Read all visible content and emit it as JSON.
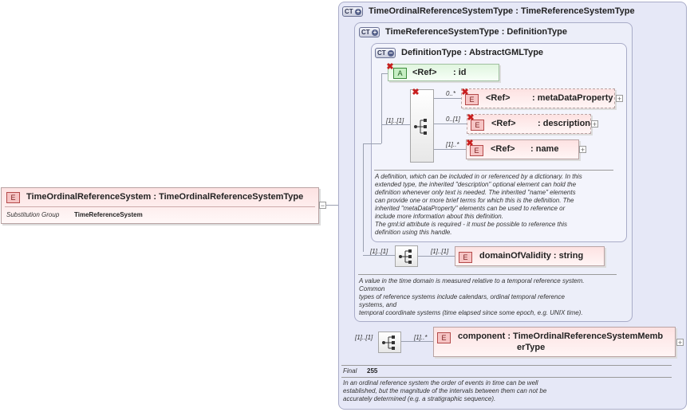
{
  "root_element": {
    "badge": "E",
    "label": "TimeOrdinalReferenceSystem : TimeOrdinalReferenceSystemType",
    "substitution_label": "Substitution Group",
    "substitution_value": "TimeReferenceSystem",
    "collapse": "−"
  },
  "outer_type": {
    "badge": "CT",
    "title": "TimeOrdinalReferenceSystemType : TimeReferenceSystemType",
    "final_label": "Final",
    "final_value": "255",
    "description": "In an ordinal reference system the order of events in time can be well\nestablished, but the magnitude of the intervals between them can not be\naccurately determined (e.g. a stratigraphic sequence)."
  },
  "middle_type": {
    "badge": "CT",
    "title": "TimeReferenceSystemType : DefinitionType",
    "description": "A value in the time domain is measured relative to a temporal reference system.\nCommon\ntypes of reference systems include calendars, ordinal temporal reference\nsystems, and\ntemporal coordinate systems (time elapsed since some epoch, e.g. UNIX time)."
  },
  "inner_type": {
    "badge": "CT",
    "title": "DefinitionType : AbstractGMLType",
    "description": "A definition, which can be included in or referenced by a dictionary. In this\nextended type, the inherited \"description\" optional element can hold the\ndefinition whenever only text is needed. The inherited \"name\" elements\ncan provide one or more brief terms for which this is the definition. The\ninherited \"metaDataProperty\" elements can be used to reference or\ninclude more information about this definition.\nThe gml:id attribute is required - it must be possible to reference this\ndefinition using this handle."
  },
  "attribute_id": {
    "badge": "A",
    "ref": "<Ref>",
    "label": ": id"
  },
  "inner_sequence": {
    "cardinality": "[1]..[1]"
  },
  "elements": [
    {
      "badge": "E",
      "ref": "<Ref>",
      "label": ": metaDataProperty",
      "cardinality": "0..*",
      "expander": "+"
    },
    {
      "badge": "E",
      "ref": "<Ref>",
      "label": ": description",
      "cardinality": "0..[1]",
      "expander": "+"
    },
    {
      "badge": "E",
      "ref": "<Ref>",
      "label": ": name",
      "cardinality": "[1]..*",
      "expander": "+"
    }
  ],
  "domain_sequence": {
    "cardinality": "[1]..[1]"
  },
  "domain_element": {
    "badge": "E",
    "label": "domainOfValidity : string",
    "cardinality": "[1]..[1]"
  },
  "component_sequence": {
    "cardinality": "[1]..[1]"
  },
  "component_element": {
    "badge": "E",
    "label_line1": "component : TimeOrdinalReferenceSystemMemb",
    "label_line2": "erType",
    "cardinality": "[1]..*",
    "expander": "+"
  },
  "colors": {
    "element_fill": "#fde2e2",
    "attribute_fill": "#e0f5df",
    "type_fill": "#e6e8f7",
    "removed_marker": "#c81e1e"
  }
}
